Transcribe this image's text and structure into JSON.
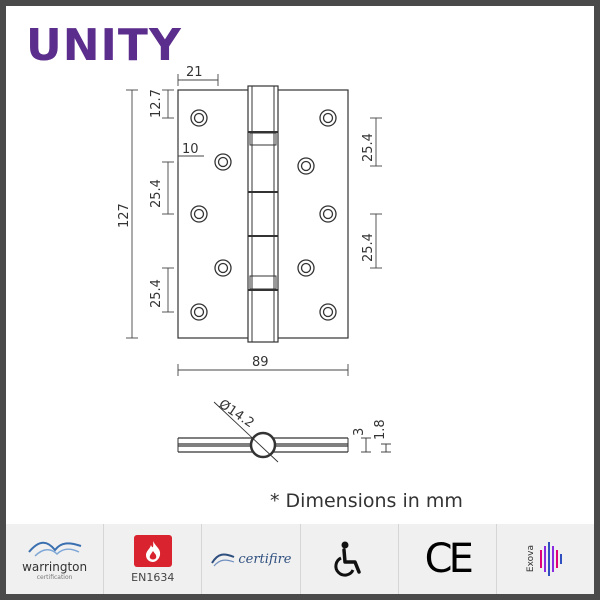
{
  "brand": {
    "name": "UNITY",
    "color": "#5b2d8c"
  },
  "front_view": {
    "dim_width_top": "21",
    "dim_top_margin": "12.7",
    "dim_left_offset": "10",
    "dim_left_spacing_1": "25.4",
    "dim_left_spacing_2": "25.4",
    "dim_height": "127",
    "dim_right_spacing_1": "25.4",
    "dim_right_spacing_2": "25.4",
    "dim_total_width": "89"
  },
  "side_view": {
    "dim_knuckle_diameter": "Ø14.2",
    "dim_leaf_gap": "3",
    "dim_leaf_thickness": "1.8"
  },
  "note": "* Dimensions in mm",
  "footer": {
    "warrington": {
      "name": "warrington",
      "sub": "certification",
      "icon": "warrington-logo"
    },
    "fire": {
      "label": "EN1634",
      "icon": "flame-icon"
    },
    "certifire": {
      "name": "certifire",
      "icon": "certifire-logo"
    },
    "accessibility": {
      "icon": "wheelchair-icon"
    },
    "ce": {
      "mark": "CE"
    },
    "exova": {
      "name": "Exova",
      "icon": "exova-logo"
    }
  }
}
